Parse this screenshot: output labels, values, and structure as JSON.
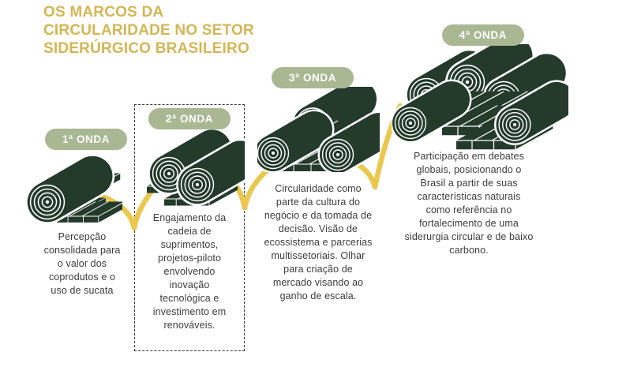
{
  "title": {
    "full": "OS MARCOS DA CIRCULARIDADE NO SETOR SIDERÚRGICO BRASILEIRO",
    "lines": [
      "OS MARCOS DA",
      "CIRCULARIDADE NO SETOR",
      "SIDERÚRGICO BRASILEIRO"
    ]
  },
  "colors": {
    "title_gold": "#D4B654",
    "wave_yellow": "#EBC74D",
    "badge_sage": "#A9B793",
    "illustration_green": "#243A2B",
    "body_text": "#3D3D3D"
  },
  "waves": [
    {
      "label": "1ª ONDA",
      "icon": "steel-coil-single",
      "highlighted": false,
      "description": "Percepção consolidada para o valor dos coprodutos e o uso de sucata"
    },
    {
      "label": "2ª ONDA",
      "icon": "steel-coils-pair",
      "highlighted": true,
      "description": "Engajamento da cadeia de suprimentos, projetos-piloto envolvendo inovação tecnológica e investimento em renováveis."
    },
    {
      "label": "3ª ONDA",
      "icon": "steel-coils-stack",
      "highlighted": false,
      "description": "Circularidade como parte da cultura do negócio e da tomada de decisão. Visão de ecossistema e parcerias multissetoriais. Olhar para criação de mercado visando ao ganho de escala."
    },
    {
      "label": "4ª ONDA",
      "icon": "steel-coils-pile",
      "highlighted": false,
      "description": "Participação em debates globais, posicionando o Brasil a partir de suas características naturais como referência no fortalecimento de uma siderurgia circular e de baixo carbono."
    }
  ]
}
